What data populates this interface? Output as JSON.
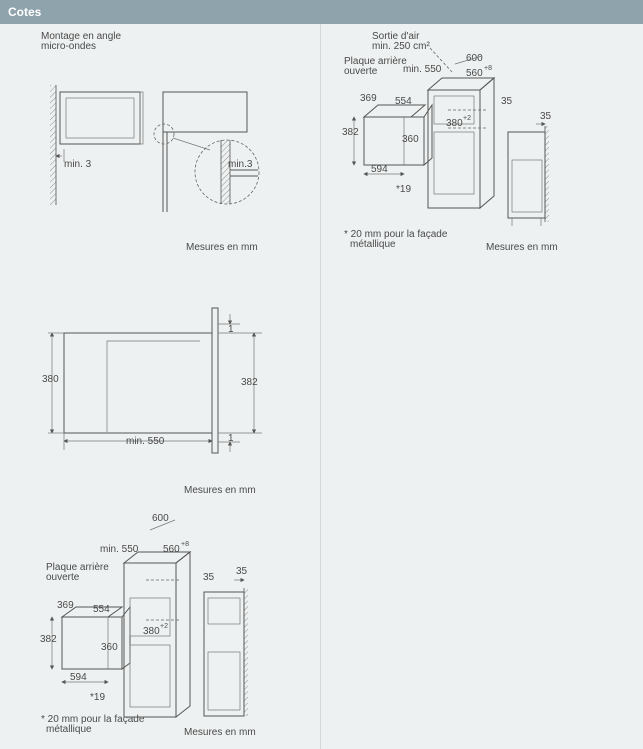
{
  "header": {
    "title": "Cotes"
  },
  "section1": {
    "title_line1": "Montage en angle",
    "title_line2": "micro-ondes",
    "dim_min3_left": "min. 3",
    "dim_min3_right": "min.3",
    "units": "Mesures en mm"
  },
  "section2": {
    "dim_height": "380",
    "dim_niche": "382",
    "dim_gap_top": "1",
    "dim_gap_bottom": "1",
    "dim_depth": "min. 550",
    "units": "Mesures en mm"
  },
  "section3": {
    "dim_600": "600",
    "dim_min550": "min. 550",
    "dim_560": "560",
    "sup_560": "+8",
    "label_plaque1": "Plaque arrière",
    "label_plaque2": "ouverte",
    "dim_35a": "35",
    "dim_35b": "35",
    "dim_369": "369",
    "dim_554": "554",
    "dim_382": "382",
    "dim_360": "360",
    "dim_380": "380",
    "sup_380": "+2",
    "dim_594": "594",
    "dim_19": "*19",
    "note1": "* 20 mm pour la façade",
    "note2": "métallique",
    "units": "Mesures en mm"
  },
  "section4": {
    "air1": "Sortie d'air",
    "air2": "min. 250 cm²",
    "dim_600": "600",
    "label_plaque1": "Plaque arrière",
    "label_plaque2": "ouverte",
    "dim_min550": "min. 550",
    "dim_560": "560",
    "sup_560": "+8",
    "dim_35a": "35",
    "dim_35b": "35",
    "dim_369": "369",
    "dim_554": "554",
    "dim_382": "382",
    "dim_360": "360",
    "dim_380": "380",
    "sup_380": "+2",
    "dim_594": "594",
    "dim_19": "*19",
    "note1": "* 20 mm pour la façade",
    "note2": "métallique",
    "units": "Mesures en mm"
  },
  "colors": {
    "header_bg": "#8fa3ac",
    "page_bg": "#eef1f1",
    "line": "#555555"
  }
}
